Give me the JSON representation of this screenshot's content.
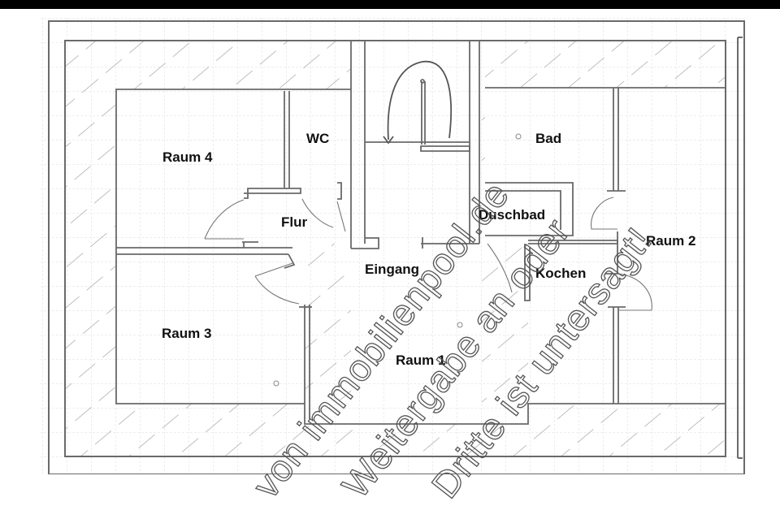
{
  "rooms": {
    "raum4": "Raum 4",
    "wc": "WC",
    "flur": "Flur",
    "bad": "Bad",
    "duschbad": "Duschbad",
    "raum2": "Raum 2",
    "eingang": "Eingang",
    "kochen": "Kochen",
    "raum3": "Raum 3",
    "raum1": "Raum 1"
  },
  "watermark": {
    "line1": "von immobilienpool.de",
    "line2": "Weitergabe an oder",
    "line3": "Dritte ist untersagt!"
  },
  "colors": {
    "line": "#6a6a6a",
    "grid": "#dcdcdc",
    "hatch": "#9a9a9a",
    "topbar": "#000000"
  }
}
